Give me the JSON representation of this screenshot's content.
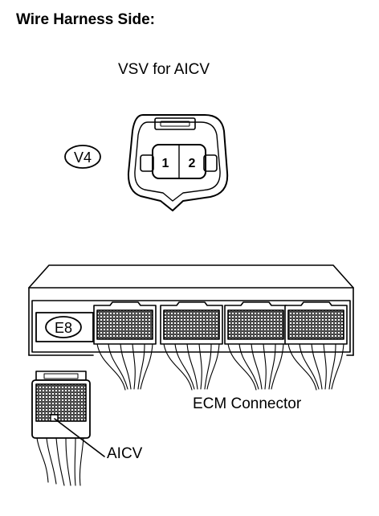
{
  "heading": "Wire Harness Side:",
  "vsv_connector": {
    "title": "VSV for AICV",
    "code": "V4",
    "pin_1": "1",
    "pin_2": "2"
  },
  "ecm_connector": {
    "code": "E8",
    "label": "ECM Connector",
    "terminal_callout": "AICV"
  }
}
